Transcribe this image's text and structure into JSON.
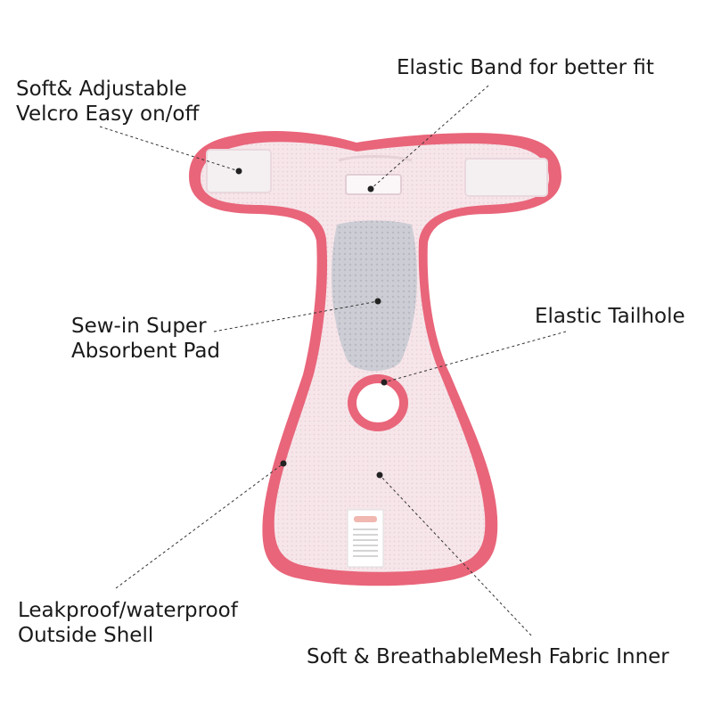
{
  "callouts": {
    "velcro": {
      "line1": "Soft& Adjustable",
      "line2": "Velcro Easy on/off"
    },
    "elastic_band": {
      "text": "Elastic Band for better fit"
    },
    "pad": {
      "line1": "Sew-in Super",
      "line2": "Absorbent Pad"
    },
    "tailhole": {
      "text": "Elastic Tailhole"
    },
    "shell": {
      "line1": "Leakproof/waterproof",
      "line2": "Outside Shell"
    },
    "mesh": {
      "text": "Soft & BreathableMesh Fabric Inner"
    }
  },
  "colors": {
    "trim": "#e9657a",
    "mesh_inner": "#f6e6ea",
    "pad": "#cfcfd6",
    "velcro": "#f4f0f2",
    "leader_line": "#333333"
  }
}
